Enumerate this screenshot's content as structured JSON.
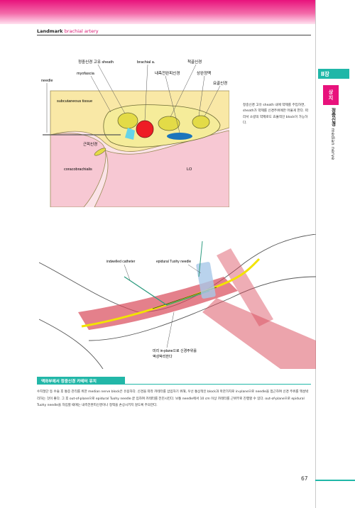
{
  "header": {
    "landmark_label": "Landmark",
    "landmark_sub": "brachial artery"
  },
  "sidebar": {
    "chapter": "Ⅱ장",
    "section": "상지",
    "section_sub_kr": "정중신경",
    "section_sub_en": "median nerve"
  },
  "diagram1": {
    "labels": {
      "sheath": "정중신경 고유 sheath",
      "brachial_a": "brachial a.",
      "ulnar_nerve": "척골신경",
      "myofascia": "myofascia",
      "medial_cutaneous": "내측전완피신경",
      "brachial_v": "상완정맥",
      "radial_nerve": "요골신경",
      "needle": "needle",
      "subcutaneous": "subcutaneous tissue",
      "musculocutaneous": "근피신경",
      "coracobrachialis": "coracobrachialis",
      "lo": "LO"
    },
    "colors": {
      "skin": "#f9e8a6",
      "muscle": "#f7c8d3",
      "artery": "#ee1c25",
      "vein": "#1b75bc",
      "nerve": "#e3db47",
      "drug": "#66d4e8"
    }
  },
  "note": "정중신경 고유 sheath 내에 약제를 주입하면, sheath가 약제를 신경주위에만 머물게 한다. 따라서 소량의 약제로도 효율적인 block이 가능하다.",
  "diagram2": {
    "labels": {
      "catheter": "indwelled catheter",
      "tuohy": "epidural Tuohy needle",
      "inplane_line1": "미리 in-plane으로 신경주위를",
      "inplane_line2": "액성박리한다"
    },
    "colors": {
      "muscle": "#d94a5a",
      "nerve": "#f2e300",
      "catheter": "#2d9b7f",
      "probe": "#a8c8e8"
    }
  },
  "section": {
    "heading": "액와부에서 정중신경 카테터 유치",
    "body": "수지절단 등 수술 후 통증 관리를 위한 median nerve block은 유용하다. 신경을 따라 카테터를 삽입하기 위해, 우선 통상적인 block과 마찬가지로 in-plane으로 needle을 접근하여 신경 주위를 액성박리하는 것이 좋다. 그 후 out-of-plane으로 epidural Tuohy needle 끝 입하여 카테터를 전진시킨다. 보통 needle에서 10 cm 이상 카테터를 근위부로 진행할 수 있다. out-of-plane으로 epidural Tuohy needle을 자입할 때에는 내측전완피신경이나 정맥을 손상시키지 않도록 주의한다."
  },
  "footer": {
    "page_number": "67"
  }
}
